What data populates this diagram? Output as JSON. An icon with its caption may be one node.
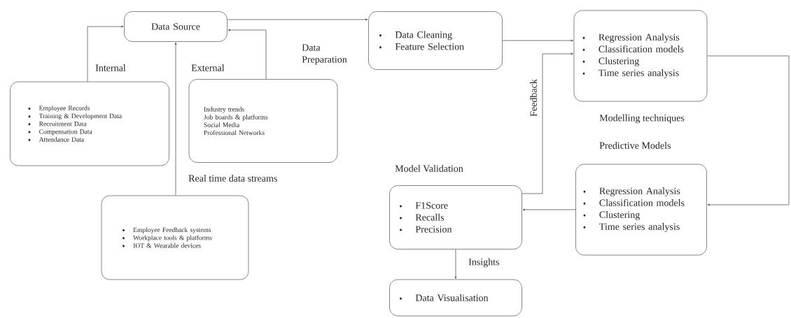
{
  "diagram": {
    "nodes": [
      {
        "text": [
          "Data Source"
        ]
      },
      {
        "text": [
          "Internal",
          "Employee Records",
          "Training & Development Data",
          "Recruitment Data",
          "Compensation Data",
          "Attendance Data"
        ]
      },
      {
        "text": [
          "External",
          "Industry trends",
          "Job boards & platforms",
          "Social Media",
          "Professional Networks"
        ]
      },
      {
        "text": [
          "Real time data streams",
          "Employee Feedback systems",
          "Workplace tools & platforms",
          "IOT & Wearable devices"
        ]
      },
      {
        "text": [
          "Data Cleaning",
          "Feature Selection"
        ]
      },
      {
        "text": [
          "Regression Analysis",
          "Classification models",
          "Clustering",
          "Time series analysis",
          "Modelling techniques"
        ]
      },
      {
        "text": [
          "Model Validation",
          "F1Score",
          "Recalls",
          "Precision"
        ]
      },
      {
        "text": [
          "Predictive Models",
          "Regression Analysis",
          "Classification models",
          "Clustering",
          "Time series analysis"
        ]
      },
      {
        "text": [
          "Data Visualisation"
        ]
      }
    ],
    "edges": [
      {
        "from": 1,
        "to": 0,
        "arrow": "to"
      },
      {
        "from": 2,
        "to": 0,
        "arrow": "to"
      },
      {
        "from": 3,
        "to": 0,
        "arrow": "to"
      },
      {
        "from": 0,
        "to": 4,
        "arrow": "to",
        "label": "Data Preparation"
      },
      {
        "from": 4,
        "to": 5,
        "arrow": "to"
      },
      {
        "from": 6,
        "to": 5,
        "arrow": "to",
        "label": "Feedback"
      },
      {
        "from": 7,
        "to": 6,
        "arrow": "to"
      },
      {
        "from": 5,
        "to": 7,
        "arrow": "to"
      },
      {
        "from": 6,
        "to": 8,
        "arrow": "to",
        "label": "Insights"
      }
    ]
  }
}
